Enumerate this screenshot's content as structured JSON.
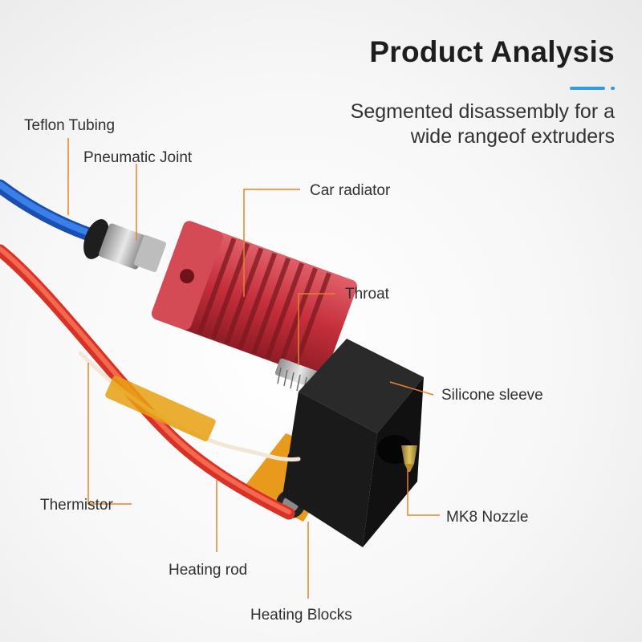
{
  "header": {
    "title": "Product Analysis",
    "subtitle_line1": "Segmented disassembly for a",
    "subtitle_line2": "wide rangeof extruders"
  },
  "labels": {
    "teflon_tubing": "Teflon Tubing",
    "pneumatic_joint": "Pneumatic Joint",
    "car_radiator": "Car radiator",
    "throat": "Throat",
    "silicone_sleeve": "Silicone sleeve",
    "thermistor": "Thermistor",
    "mk8_nozzle": "MK8 Nozzle",
    "heating_rod": "Heating rod",
    "heating_blocks": "Heating Blocks"
  },
  "colors": {
    "accent_blue": "#2f9de3",
    "callout_orange": "#e8822a",
    "radiator_red": "#c8323c",
    "tube_blue": "#1f5fd0",
    "wire_red": "#ee3a2a",
    "block_orange": "#e99a1c",
    "sleeve_black": "#1c1c1c",
    "nozzle_brass": "#c9a23a"
  }
}
